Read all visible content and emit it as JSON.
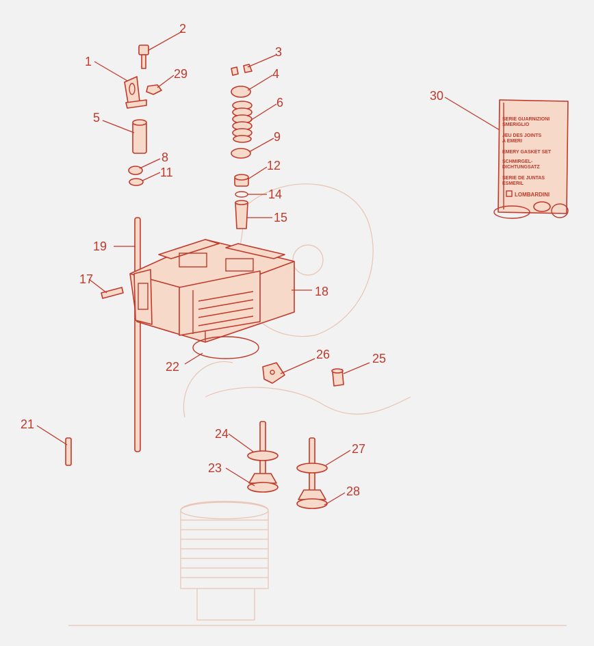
{
  "callouts": [
    {
      "id": "1",
      "label": "1"
    },
    {
      "id": "2",
      "label": "2"
    },
    {
      "id": "3",
      "label": "3"
    },
    {
      "id": "4",
      "label": "4"
    },
    {
      "id": "5",
      "label": "5"
    },
    {
      "id": "6",
      "label": "6"
    },
    {
      "id": "8",
      "label": "8"
    },
    {
      "id": "9",
      "label": "9"
    },
    {
      "id": "11",
      "label": "11"
    },
    {
      "id": "12",
      "label": "12"
    },
    {
      "id": "14",
      "label": "14"
    },
    {
      "id": "15",
      "label": "15"
    },
    {
      "id": "17",
      "label": "17"
    },
    {
      "id": "18",
      "label": "18"
    },
    {
      "id": "19",
      "label": "19"
    },
    {
      "id": "21",
      "label": "21"
    },
    {
      "id": "22",
      "label": "22"
    },
    {
      "id": "23",
      "label": "23"
    },
    {
      "id": "24",
      "label": "24"
    },
    {
      "id": "25",
      "label": "25"
    },
    {
      "id": "26",
      "label": "26"
    },
    {
      "id": "27",
      "label": "27"
    },
    {
      "id": "28",
      "label": "28"
    },
    {
      "id": "29",
      "label": "29"
    },
    {
      "id": "30",
      "label": "30"
    }
  ],
  "gasket_kit": {
    "lines": [
      "SERIE GUARNIZIONI",
      "SMERIGLIO",
      "JEU DES JOINTS",
      "A EMERI",
      "EMERY GASKET SET",
      "SCHMIRGEL-",
      "DICHTUNGSATZ",
      "SERIE DE JUNTAS",
      "ESMERIL"
    ],
    "brand": "LOMBARDINI"
  },
  "colors": {
    "ink": "#c0392b",
    "fill": "#f6d9c8",
    "background": "#f2f2f2"
  }
}
